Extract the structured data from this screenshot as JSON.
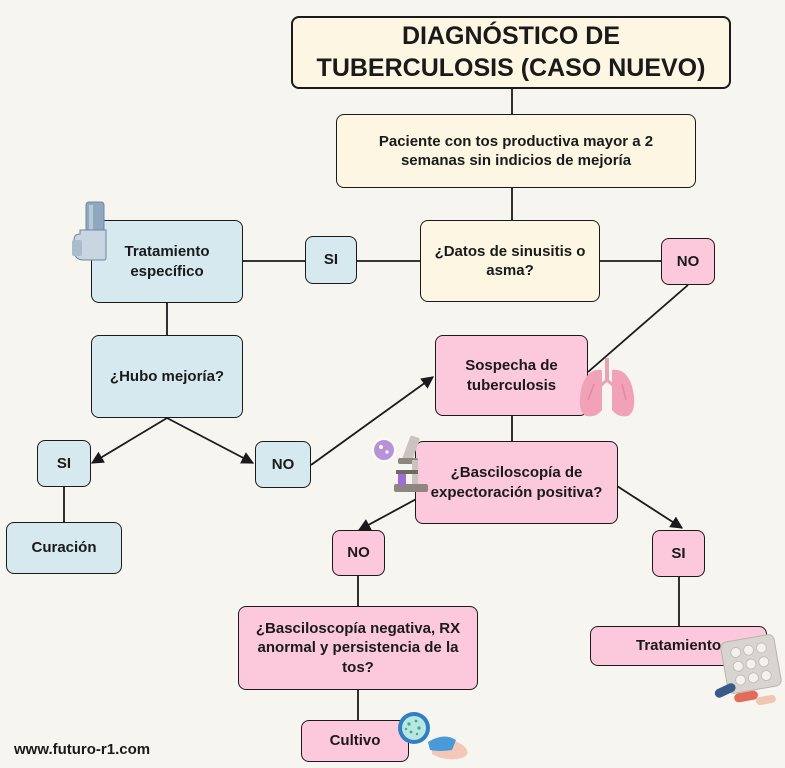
{
  "title": "DIAGNÓSTICO DE TUBERCULOSIS (CASO NUEVO)",
  "nodes": {
    "paciente": "Paciente con tos productiva mayor a 2 semanas sin indicios de mejoría",
    "datos": "¿Datos de sinusitis o asma?",
    "si1": "SI",
    "no1": "NO",
    "tratamiento_especifico": "Tratamiento específico",
    "hubo_mejoria": "¿Hubo mejoría?",
    "si2": "SI",
    "no2": "NO",
    "curacion": "Curación",
    "sospecha": "Sospecha de tuberculosis",
    "basciloscopia": "¿Basciloscopía de expectoración positiva?",
    "no3": "NO",
    "si3": "SI",
    "negativa": "¿Basciloscopía negativa, RX anormal y persistencia de la tos?",
    "tratamiento": "Tratamiento",
    "cultivo": "Cultivo"
  },
  "footer": "www.futuro-r1.com",
  "colors": {
    "cream": "#fdf6e3",
    "blue": "#d5e9ee",
    "pink": "#fcc8dc",
    "line": "#1a1a1a"
  },
  "icons": [
    "inhaler-icon",
    "lungs-icon",
    "microscope-icon",
    "pills-icon",
    "petri-dish-icon"
  ]
}
